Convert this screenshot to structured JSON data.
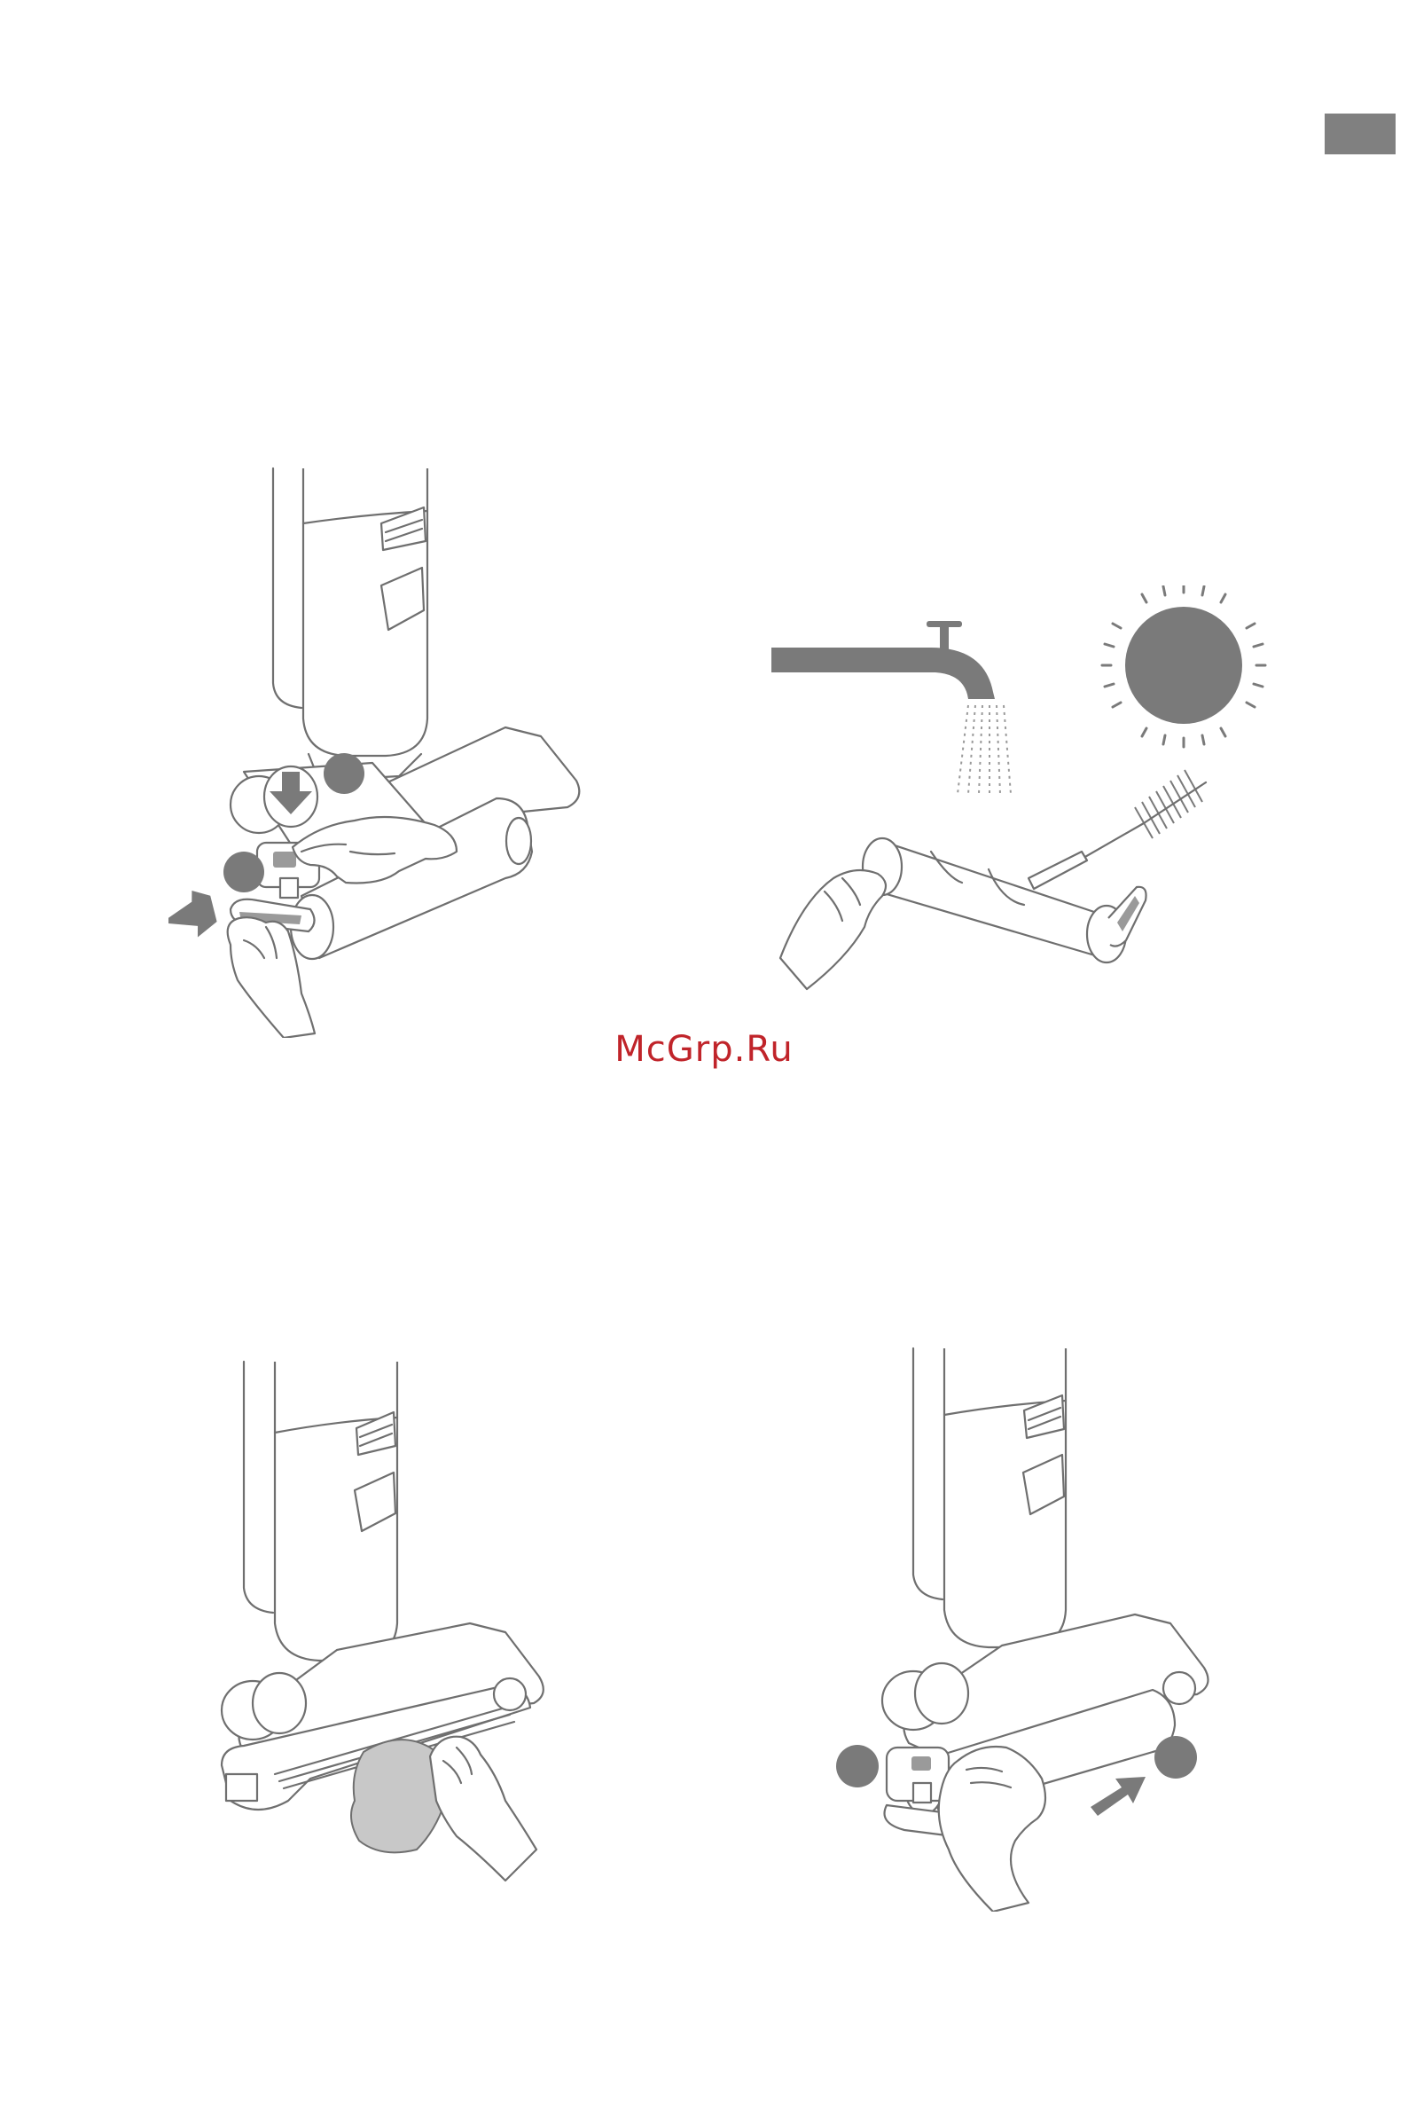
{
  "page": {
    "watermark": "McGrp.Ru",
    "colors": {
      "accent_gray": "#808080",
      "watermark_red": "#c0242a",
      "line_gray": "#6f6f6f"
    }
  },
  "illustrations": [
    {
      "id": "remove-roller",
      "icons": [
        "down-arrow-icon",
        "pull-arrow-icon",
        "step-marker-1",
        "step-marker-2",
        "hand-icon"
      ]
    },
    {
      "id": "wash-and-dry",
      "icons": [
        "faucet-icon",
        "water-stream-icon",
        "sun-icon",
        "brush-icon",
        "roller-icon",
        "hand-icon"
      ]
    },
    {
      "id": "wipe-roller-bay",
      "icons": [
        "cloth-icon",
        "hand-icon"
      ]
    },
    {
      "id": "insert-roller",
      "icons": [
        "push-arrow-icon",
        "step-marker-1",
        "step-marker-2",
        "hand-icon"
      ]
    }
  ]
}
